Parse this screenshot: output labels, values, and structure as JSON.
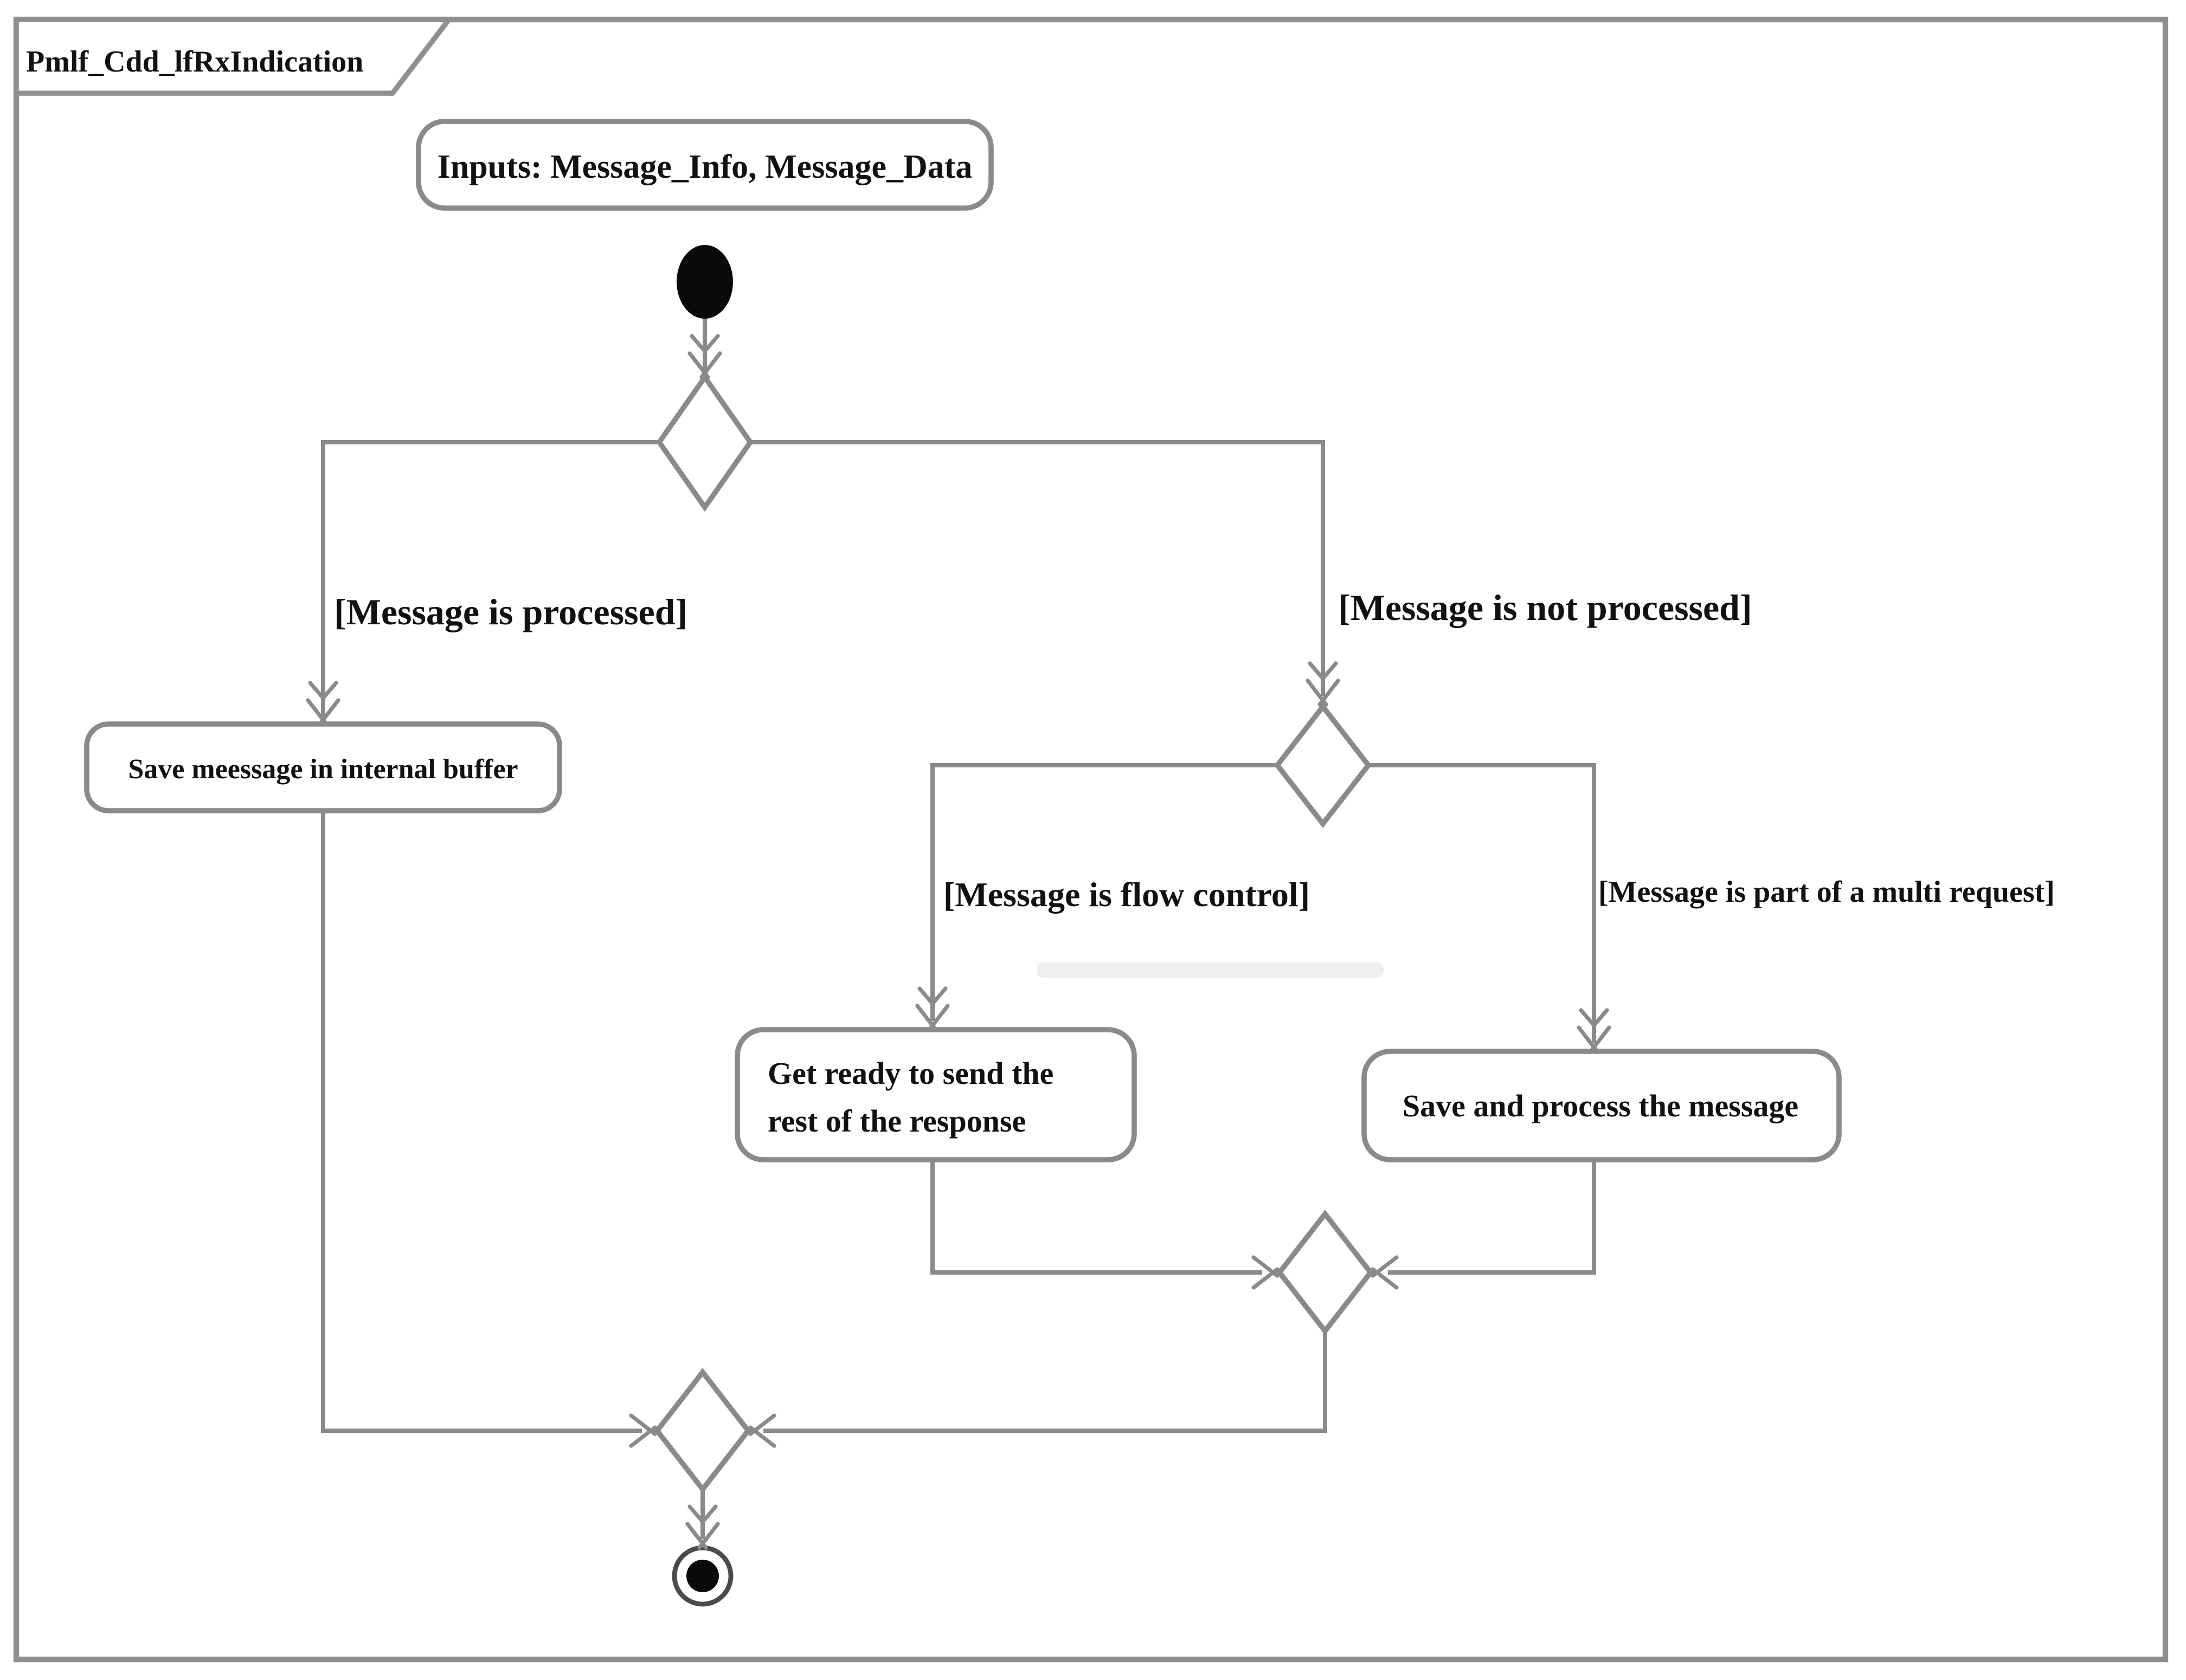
{
  "frame": {
    "title": "Pmlf_Cdd_lfRxIndication"
  },
  "nodes": {
    "inputs_note": {
      "label": "Inputs: Message_Info, Message_Data"
    },
    "save_buffer": {
      "label": "Save meessage in internal buffer"
    },
    "get_ready": {
      "lines": [
        "Get ready to send the",
        "rest of the response"
      ]
    },
    "save_process": {
      "label": "Save and process the message"
    }
  },
  "guards": {
    "processed": {
      "label": "[Message is processed]"
    },
    "not_processed": {
      "label": "[Message is not processed]"
    },
    "flow_control": {
      "label": "[Message is flow control]"
    },
    "multi_request": {
      "label": "[Message is part of a multi request]"
    }
  },
  "symbols": {
    "initial_node": "initial-node",
    "final_node": "activity-final-node",
    "decision_nodes": 2,
    "merge_nodes": 2
  },
  "colors": {
    "line": "#8a8a8a",
    "border": "#8f8f8f",
    "text": "#111111",
    "node_fill": "#ffffff",
    "terminal_fill": "#0a0a0a",
    "background": "#ffffff"
  }
}
